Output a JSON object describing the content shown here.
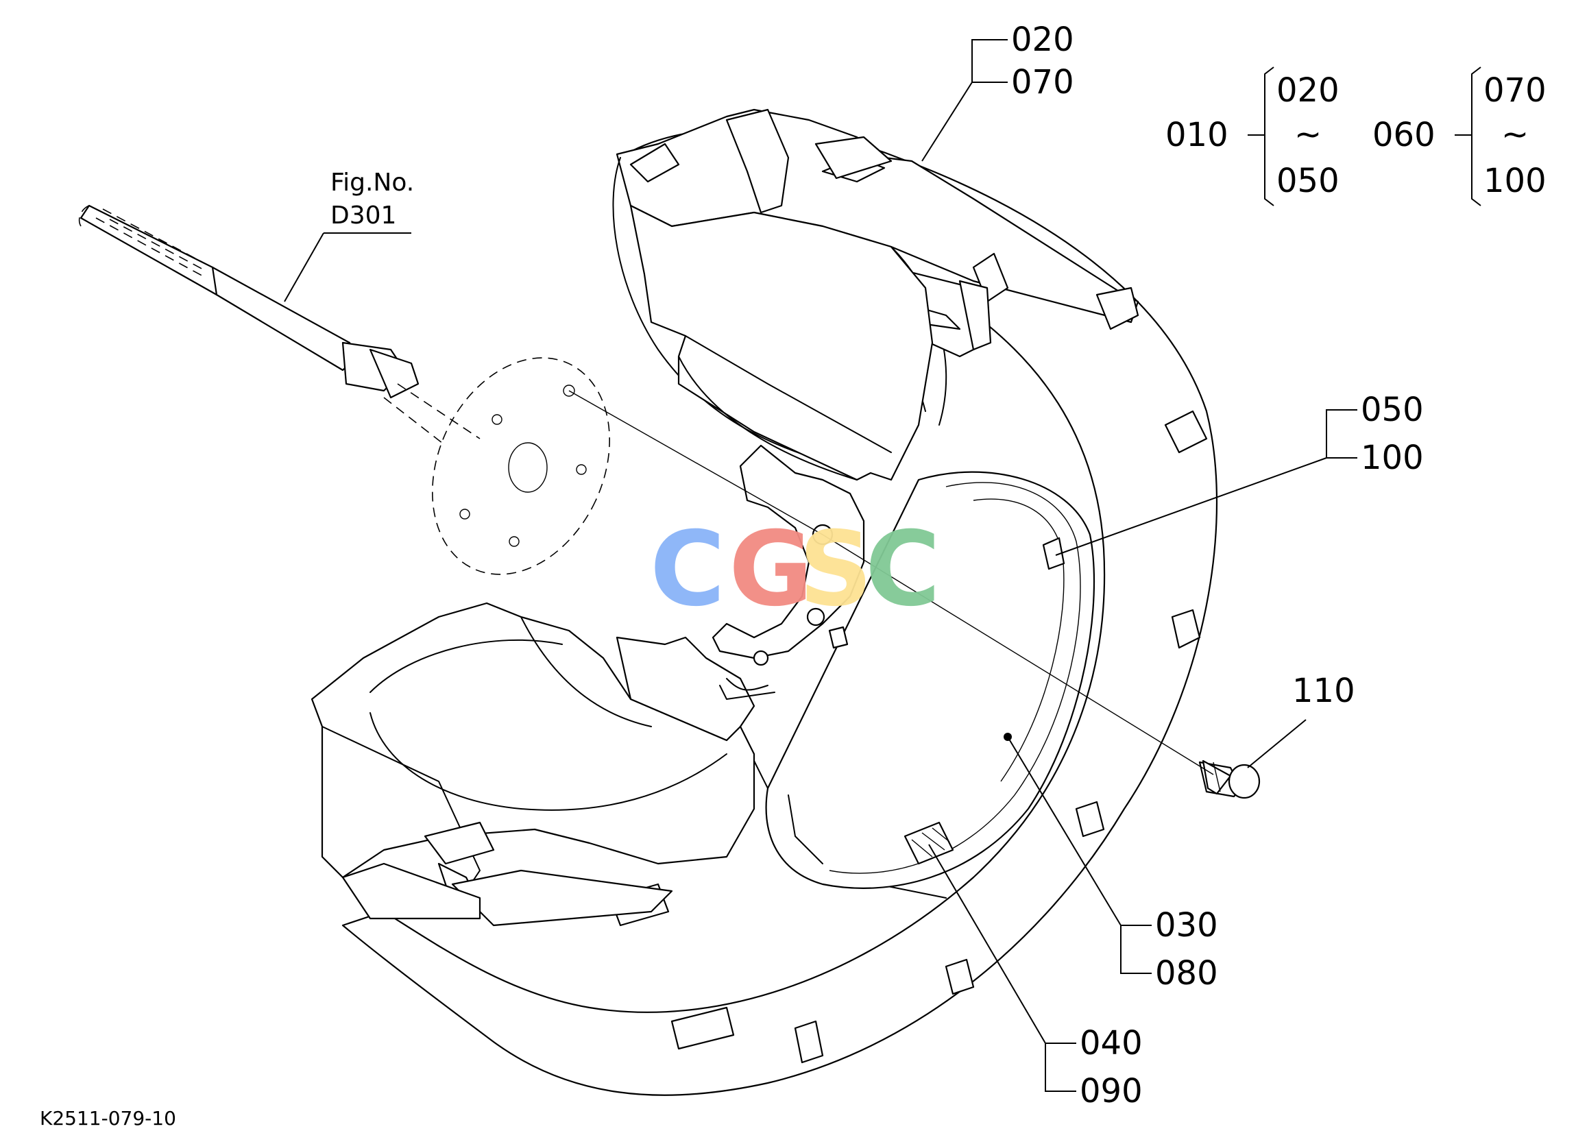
{
  "diagram": {
    "drawing_code": "K2511-079-10",
    "figure_ref": {
      "line1": "Fig.No.",
      "line2": "D301"
    },
    "callouts": {
      "c020": "020",
      "c070": "070",
      "c050": "050",
      "c100": "100",
      "c110": "110",
      "c030": "030",
      "c080": "080",
      "c040": "040",
      "c090": "090"
    },
    "assemblies": [
      {
        "parent": "010",
        "from": "020",
        "tilde": "~",
        "to": "050"
      },
      {
        "parent": "060",
        "from": "070",
        "tilde": "~",
        "to": "100"
      }
    ],
    "watermark": {
      "letters": [
        "C",
        "G",
        "S",
        "C"
      ],
      "colors": [
        "#8ab4f8",
        "#f28b82",
        "#fde293",
        "#81c995"
      ]
    }
  }
}
